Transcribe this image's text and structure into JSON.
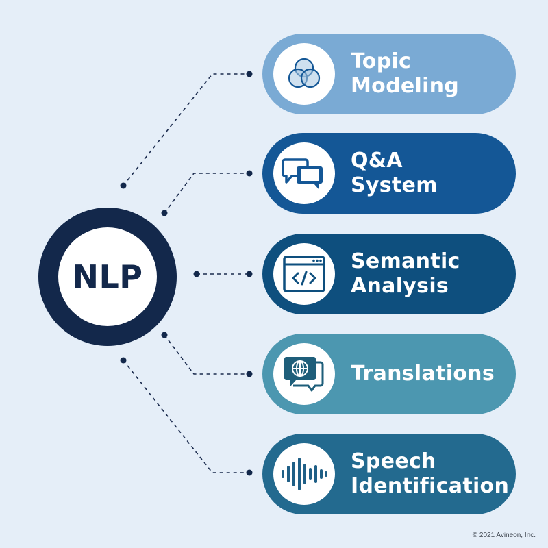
{
  "center": {
    "label": "NLP"
  },
  "items": [
    {
      "lines": [
        "Topic",
        "Modeling"
      ],
      "icon": "venn-diagram-icon",
      "color": "#7aaad4"
    },
    {
      "lines": [
        "Q&A",
        "System"
      ],
      "icon": "chat-bubbles-icon",
      "color": "#145796"
    },
    {
      "lines": [
        "Semantic",
        "Analysis"
      ],
      "icon": "code-window-icon",
      "color": "#0e4f7e"
    },
    {
      "lines": [
        "Translations"
      ],
      "icon": "globe-chat-icon",
      "color": "#4c97b0"
    },
    {
      "lines": [
        "Speech",
        "Identification"
      ],
      "icon": "sound-wave-icon",
      "color": "#236a8f"
    }
  ],
  "colors": {
    "hub": "#13284b",
    "background": "#e5eef8",
    "connector": "#1b2b4e"
  },
  "footer": {
    "copyright": "© 2021 Avineon, Inc."
  }
}
